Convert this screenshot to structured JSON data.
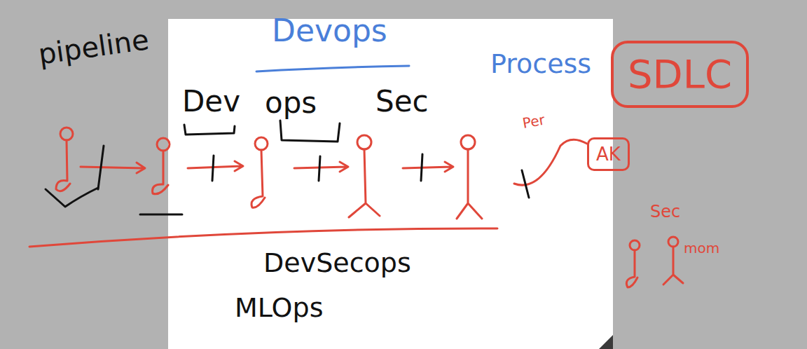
{
  "diagram": {
    "nodes": [
      {
        "text": [
          "SDLC"
        ]
      },
      {
        "text": [
          "AK"
        ]
      }
    ],
    "labels": [
      "pipeline",
      "Devops",
      "Process",
      "Dev",
      "ops",
      "Sec",
      "Per",
      "DevSecops",
      "MLOps",
      "Sec",
      "mom"
    ]
  }
}
